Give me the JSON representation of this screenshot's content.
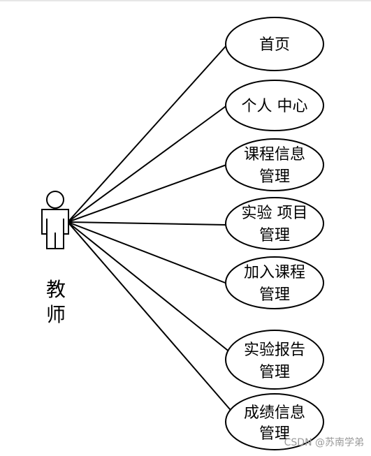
{
  "actor": {
    "label_line1": "教",
    "label_line2": "师",
    "icon": "person-icon"
  },
  "use_cases": [
    {
      "line1": "首页",
      "line2": ""
    },
    {
      "line1": "个人 中心",
      "line2": ""
    },
    {
      "line1": "课程信息",
      "line2": "管理"
    },
    {
      "line1": "实验 项目",
      "line2": "管理"
    },
    {
      "line1": "加入课程",
      "line2": "管理"
    },
    {
      "line1": "实验报告",
      "line2": "管理"
    },
    {
      "line1": "成绩信息",
      "line2": "管理"
    }
  ],
  "watermark": "CSDN @苏南学弟",
  "colors": {
    "stroke": "#000000",
    "background": "#ffffff",
    "watermark": "#9a9a9a"
  }
}
